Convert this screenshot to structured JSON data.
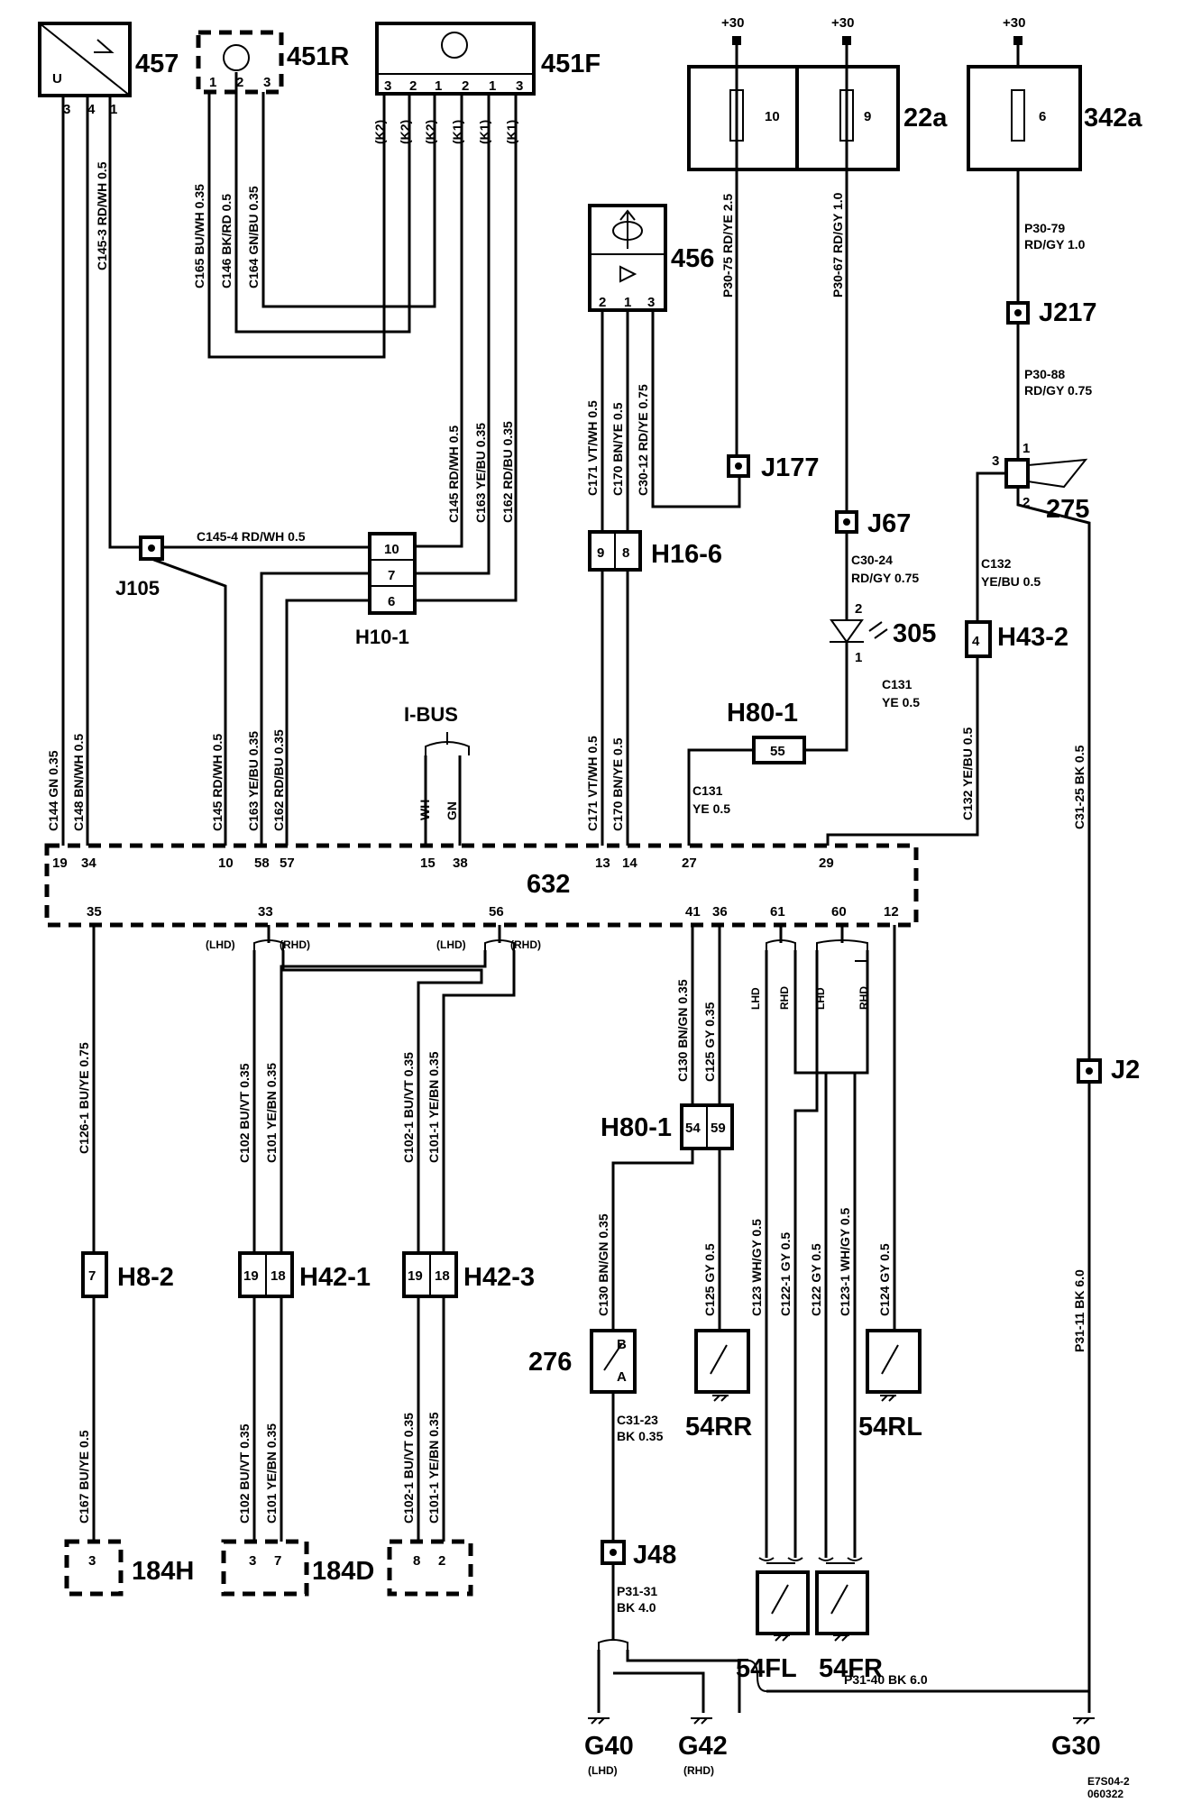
{
  "components": {
    "c457": {
      "label": "457",
      "u": "U",
      "pins": [
        "3",
        "4",
        "1"
      ]
    },
    "c451R": {
      "label": "451R",
      "pins": [
        "1",
        "2",
        "3"
      ]
    },
    "c451F": {
      "label": "451F",
      "pins": [
        "3",
        "2",
        "1",
        "2",
        "1",
        "3"
      ]
    },
    "c456": {
      "label": "456",
      "pins": [
        "2",
        "1",
        "3"
      ]
    },
    "fuse10": {
      "label": "10"
    },
    "fuse9": {
      "label": "9"
    },
    "fuse6": {
      "label": "6"
    },
    "c22a": {
      "label": "22a"
    },
    "c342a": {
      "label": "342a"
    },
    "c632": {
      "label": "632"
    },
    "c275": {
      "label": "275",
      "pins": [
        "1",
        "2",
        "3"
      ]
    },
    "c305": {
      "label": "305",
      "pins": [
        "2",
        "1"
      ]
    },
    "c276": {
      "label": "276",
      "pins": [
        "B",
        "A"
      ]
    },
    "c54RR": {
      "label": "54RR"
    },
    "c54RL": {
      "label": "54RL"
    },
    "c54FL": {
      "label": "54FL"
    },
    "c54FR": {
      "label": "54FR"
    },
    "c184H": {
      "label": "184H",
      "pins": [
        "3"
      ]
    },
    "c184D": {
      "label": "184D",
      "pins": [
        "3",
        "7"
      ]
    },
    "c184x": {
      "pins": [
        "8",
        "2"
      ]
    }
  },
  "supply": "+30",
  "k_labels": [
    "(K2)",
    "(K2)",
    "(K2)",
    "(K1)",
    "(K1)",
    "(K1)"
  ],
  "connectors": {
    "H10_1": {
      "label": "H10-1",
      "pins": [
        "10",
        "7",
        "6"
      ]
    },
    "H16_6": {
      "label": "H16-6",
      "pins": [
        "9",
        "8"
      ]
    },
    "H80_1a": {
      "label": "H80-1",
      "pins": [
        "55"
      ]
    },
    "H80_1b": {
      "label": "H80-1",
      "pins": [
        "54",
        "59"
      ]
    },
    "H43_2": {
      "label": "H43-2",
      "pins": [
        "4"
      ]
    },
    "H8_2": {
      "label": "H8-2",
      "pins": [
        "7"
      ]
    },
    "H42_1": {
      "label": "H42-1",
      "pins": [
        "19",
        "18"
      ]
    },
    "H42_3": {
      "label": "H42-3",
      "pins": [
        "19",
        "18"
      ]
    }
  },
  "junctions": {
    "J105": "J105",
    "J177": "J177",
    "J67": "J67",
    "J217": "J217",
    "J2": "J2",
    "J48": "J48"
  },
  "bus": {
    "label": "I-BUS",
    "wh": "WH",
    "gn": "GN"
  },
  "pins632_top": [
    "19",
    "34",
    "10",
    "58",
    "57",
    "15",
    "38",
    "13",
    "14",
    "27",
    "29"
  ],
  "pins632_bottom": [
    "35",
    "33",
    "56",
    "41",
    "36",
    "61",
    "60",
    "12"
  ],
  "variants": {
    "lhd": "(LHD)",
    "rhd": "(RHD)",
    "lhd_plain": "LHD",
    "rhd_plain": "RHD"
  },
  "wires": {
    "c145_3": "C145-3  RD/WH  0.5",
    "c165": "C165  BU/WH  0.35",
    "c146": "C146  BK/RD  0.5",
    "c164": "C164  GN/BU  0.35",
    "c145_4": "C145-4  RD/WH  0.5",
    "c145_up": "C145  RD/WH  0.5",
    "c163_up": "C163  YE/BU  0.35",
    "c162_up": "C162  RD/BU  0.35",
    "c144": "C144  GN  0.35",
    "c148": "C148  BN/WH  0.5",
    "c145_dn": "C145  RD/WH  0.5",
    "c163_dn": "C163  YE/BU  0.35",
    "c162_dn": "C162  RD/BU  0.35",
    "c171_up": "C171  VT/WH  0.5",
    "c170_up": "C170  BN/YE  0.5",
    "c30_12": "C30-12  RD/YE  0.75",
    "c171_dn": "C171  VT/WH  0.5",
    "c170_dn": "C170  BN/YE  0.5",
    "p30_75": "P30-75  RD/YE  2.5",
    "p30_67": "P30-67  RD/GY  1.0",
    "p30_79a": "P30-79",
    "p30_79b": "RD/GY  1.0",
    "p30_88a": "P30-88",
    "p30_88b": "RD/GY  0.75",
    "c30_24a": "C30-24",
    "c30_24b": "RD/GY  0.75",
    "c131a": "C131",
    "c131b": "YE  0.5",
    "c131c": "C131",
    "c131d": "YE  0.5",
    "c132a": "C132",
    "c132b": "YE/BU  0.5",
    "c132_dn": "C132  YE/BU  0.5",
    "c31_25": "C31-25  BK  0.5",
    "c126_1": "C126-1  BU/YE  0.75",
    "c102": "C102  BU/VT  0.35",
    "c101": "C101  YE/BN  0.35",
    "c102_1": "C102-1  BU/VT  0.35",
    "c101_1": "C101-1  YE/BN  0.35",
    "c130": "C130  BN/GN  0.35",
    "c125": "C125  GY  0.35",
    "c167": "C167  BU/YE  0.5",
    "c102_b": "C102  BU/VT  0.35",
    "c101_b": "C101  YE/BN  0.35",
    "c102_1b": "C102-1  BU/VT  0.35",
    "c101_1b": "C101-1  YE/BN  0.35",
    "c130_b": "C130  BN/GN  0.35",
    "c125_b": "C125  GY  0.5",
    "c123": "C123  WH/GY  0.5",
    "c122_1": "C122-1  GY  0.5",
    "c122": "C122  GY  0.5",
    "c123_1": "C123-1  WH/GY  0.5",
    "c124": "C124  GY  0.5",
    "p31_11": "P31-11  BK  6.0",
    "c31_23a": "C31-23",
    "c31_23b": "BK  0.35",
    "p31_31a": "P31-31",
    "p31_31b": "BK  4.0",
    "p31_40": "P31-40  BK  6.0"
  },
  "grounds": {
    "g40": "G40",
    "g42": "G42",
    "g30": "G30",
    "g40_sub": "(LHD)",
    "g42_sub": "(RHD)"
  },
  "ref": {
    "line1": "E7S04-2",
    "line2": "060322"
  }
}
